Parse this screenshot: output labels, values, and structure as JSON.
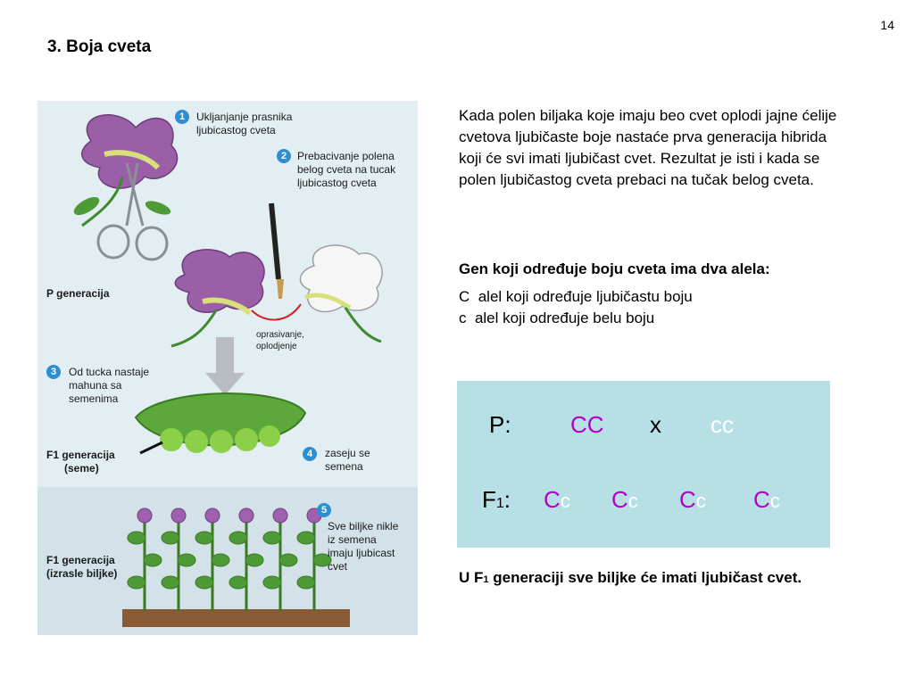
{
  "page_number": "14",
  "title": "3. Boja cveta",
  "illustration": {
    "step1_number": "1",
    "step1_text": [
      "Ukljanjanje prasnika",
      "ljubicastog cveta"
    ],
    "step2_number": "2",
    "step2_text": [
      "Prebacivanje polena",
      "belog cveta na tucak",
      "ljubicastog cveta"
    ],
    "p_generation_label": "P generacija",
    "pollination_text": [
      "oprasivanje,",
      "oplodjenje"
    ],
    "step3_number": "3",
    "step3_text": [
      "Od tucka nastaje",
      "mahuna sa",
      "semenima"
    ],
    "f1_seeds_label": [
      "F1 generacija",
      "(seme)"
    ],
    "step4_number": "4",
    "step4_text": [
      "zaseju se",
      "semena"
    ],
    "f1_plants_label": [
      "F1 generacija",
      "(izrasle biljke)"
    ],
    "step5_number": "5",
    "step5_text": [
      "Sve biljke nikle",
      "iz semena",
      "imaju ljubicast",
      "cvet"
    ]
  },
  "intro_paragraph": "Kada polen biljaka koje imaju beo cvet oplodi jajne ćelije cvetova ljubičaste boje nastaće prva generacija hibrida koji će svi imati ljubičast cvet. Rezultat je isti i kada se polen ljubičastog cveta prebaci na tučak belog cveta.",
  "allele_heading": "Gen koji određuje boju cveta ima dva alela:",
  "allele_dominant": "C  alel koji određuje ljubičastu boju",
  "allele_recessive": "c  alel koji određuje belu boju",
  "cross": {
    "p_label": "P:",
    "parent1": "CC",
    "times": "x",
    "parent2": "cc",
    "f1_label_main": "F",
    "f1_label_sub": "1",
    "f1_label_colon": ":",
    "offspring": [
      {
        "upper": "C",
        "lower": "c"
      },
      {
        "upper": "C",
        "lower": "c"
      },
      {
        "upper": "C",
        "lower": "c"
      },
      {
        "upper": "C",
        "lower": "c"
      }
    ]
  },
  "conclusion": {
    "prefix": "U F",
    "sub": "1",
    "rest": " generaciji sve biljke će imati ljubičast cvet."
  },
  "colors": {
    "purple_allele": "#b400c8",
    "white_allele": "#ffffff",
    "cross_box_bg": "#b7dfe6",
    "step_badge": "#2d8fd0"
  }
}
